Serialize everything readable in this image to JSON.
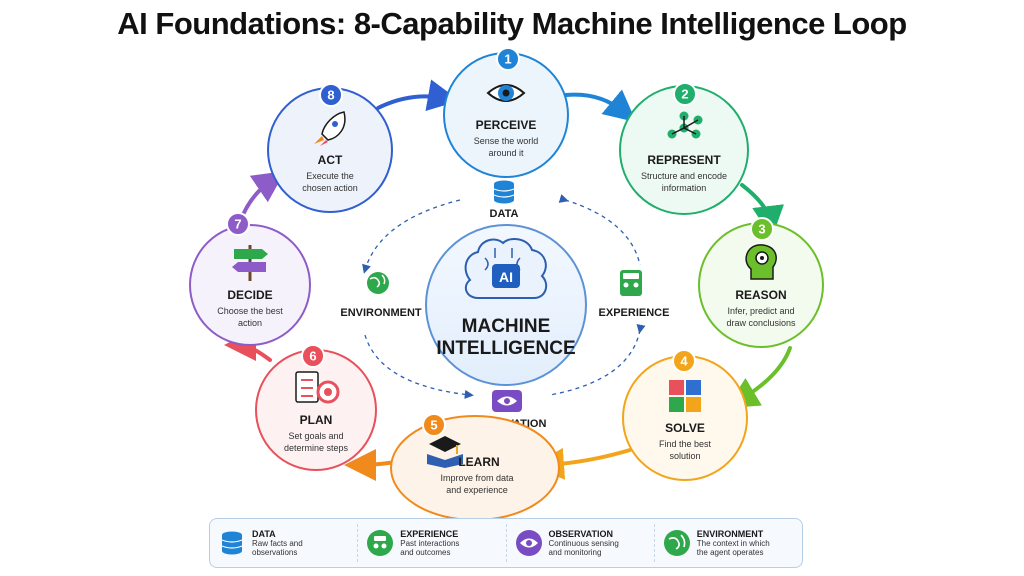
{
  "title": "AI Foundations: 8-Capability Machine Intelligence Loop",
  "center": {
    "badge": "AI",
    "line1": "MACHINE",
    "line2": "INTELLIGENCE"
  },
  "ring_labels": {
    "data": "DATA",
    "environment": "ENVIRONMENT",
    "experience": "EXPERIENCE",
    "observation": "OBSERVATION"
  },
  "nodes": [
    {
      "number": "1",
      "label": "PERCEIVE",
      "desc": [
        "Sense the world",
        "around it"
      ],
      "color": "#1f84d6",
      "icon": "eye-icon"
    },
    {
      "number": "2",
      "label": "REPRESENT",
      "desc": [
        "Structure and encode",
        "information"
      ],
      "color": "#1fae6b",
      "icon": "network-graph-icon"
    },
    {
      "number": "3",
      "label": "REASON",
      "desc": [
        "Infer, predict and",
        "draw conclusions"
      ],
      "color": "#6bbf2a",
      "icon": "head-gear-icon"
    },
    {
      "number": "4",
      "label": "SOLVE",
      "desc": [
        "Find the best",
        "solution"
      ],
      "color": "#f2a51a",
      "icon": "puzzle-icon"
    },
    {
      "number": "5",
      "label": "LEARN",
      "desc": [
        "Improve from data",
        "and experience"
      ],
      "color": "#f08a1c",
      "icon": "graduation-book-icon"
    },
    {
      "number": "6",
      "label": "PLAN",
      "desc": [
        "Set goals and",
        "determine steps"
      ],
      "color": "#e8505b",
      "icon": "checklist-target-icon"
    },
    {
      "number": "7",
      "label": "DECIDE",
      "desc": [
        "Choose the best",
        "action"
      ],
      "color": "#8e5cc9",
      "icon": "signpost-icon"
    },
    {
      "number": "8",
      "label": "ACT",
      "desc": [
        "Execute the",
        "chosen action"
      ],
      "color": "#2f5fd0",
      "icon": "rocket-icon"
    }
  ],
  "legend": [
    {
      "title": "DATA",
      "desc": [
        "Raw facts and",
        "observations"
      ],
      "icon": "database-icon",
      "color": "#1f84d6"
    },
    {
      "title": "EXPERIENCE",
      "desc": [
        "Past interactions",
        "and outcomes"
      ],
      "icon": "experience-icon",
      "color": "#2ea84a"
    },
    {
      "title": "OBSERVATION",
      "desc": [
        "Continuous sensing",
        "and monitoring"
      ],
      "icon": "observation-eye-icon",
      "color": "#7a4cc4"
    },
    {
      "title": "ENVIRONMENT",
      "desc": [
        "The context in which",
        "the agent operates"
      ],
      "icon": "globe-icon",
      "color": "#2ea84a"
    }
  ]
}
